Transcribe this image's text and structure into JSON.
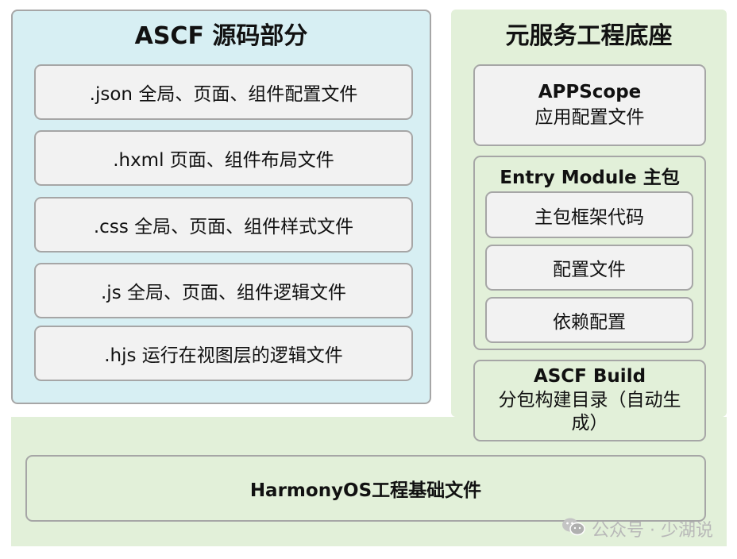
{
  "left_section": {
    "title": "ASCF 源码部分",
    "files": [
      {
        "label": ".json 全局、页面、组件配置文件"
      },
      {
        "label": ".hxml 页面、组件布局文件"
      },
      {
        "label": ".css 全局、页面、组件样式文件"
      },
      {
        "label": ".js 全局、页面、组件逻辑文件"
      },
      {
        "label": ".hjs 运行在视图层的逻辑文件"
      }
    ]
  },
  "right_section": {
    "title": "元服务工程底座",
    "appscope": {
      "title": "APPScope",
      "subtitle": "应用配置文件"
    },
    "entry_module": {
      "title": "Entry Module 主包",
      "items": [
        {
          "label": "主包框架代码"
        },
        {
          "label": "配置文件"
        },
        {
          "label": "依赖配置"
        }
      ]
    },
    "ascf_build": {
      "title": "ASCF Build",
      "subtitle_line1": "分包构建目录（自动生",
      "subtitle_line2": "成）"
    }
  },
  "bottom_section": {
    "label": "HarmonyOS工程基础文件"
  },
  "watermark": {
    "text": "公众号 · 少湖说"
  },
  "colors": {
    "left_panel_bg": "#d7eff3",
    "right_panel_bg": "#e2f0d9",
    "box_bg": "#f2f2f2",
    "border": "#a6a6a6"
  }
}
